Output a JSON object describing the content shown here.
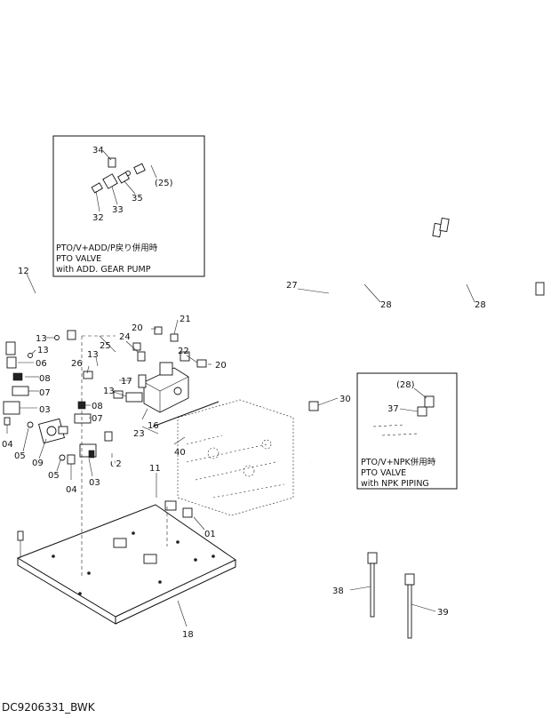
{
  "diagram_code": "DC9206331_BWK",
  "inset_top": {
    "lines": [
      "PTO/V+ADD/P戻り併用時",
      "PTO VALVE",
      "with ADD. GEAR PUMP"
    ],
    "callouts": [
      "34",
      "(25)",
      "35",
      "33",
      "32"
    ]
  },
  "inset_right": {
    "lines": [
      "PTO/V+NPK併用時",
      "PTO VALVE",
      "with NPK PIPING"
    ],
    "callouts": [
      "(28)",
      "37"
    ]
  },
  "callouts": {
    "c12": "12",
    "c13a": "13",
    "c13b": "13",
    "c06": "06",
    "c08a": "08",
    "c07a": "07",
    "c03a": "03",
    "c04a": "04",
    "c05a": "05",
    "c09": "09",
    "c05b": "05",
    "c04b": "04",
    "c03b": "03",
    "c08b": "08",
    "c07b": "07",
    "c26": "26",
    "c13c": "13",
    "c13d": "13",
    "c25": "25",
    "c24": "24",
    "c20a": "20",
    "c21": "21",
    "c22": "22",
    "c20b": "20",
    "c17": "17",
    "c16": "16",
    "c23": "23",
    "c02": "02",
    "c40": "40",
    "c11": "11",
    "c01": "01",
    "c27": "27",
    "c28a": "28",
    "c28b": "28",
    "c30": "30",
    "c18": "18",
    "c38": "38",
    "c39": "39"
  }
}
